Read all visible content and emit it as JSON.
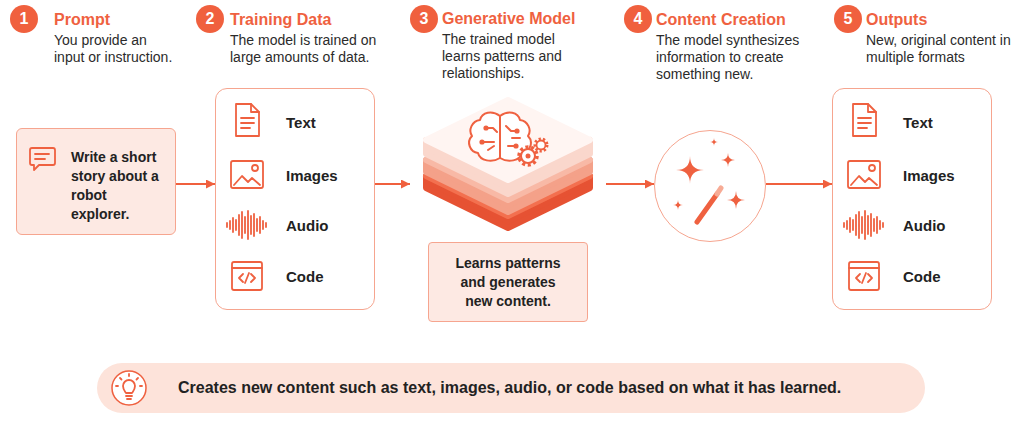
{
  "diagram": {
    "nodes": [
      {
        "text": [
          "1"
        ]
      },
      {
        "text": [
          "Prompt",
          "You provide an input or instruction.",
          "Write a short story about a robot explorer."
        ]
      },
      {
        "text": [
          "2"
        ]
      },
      {
        "text": [
          "Training Data",
          "The model is trained on large amounts of data.",
          "Text",
          "Images",
          "Audio",
          "Code"
        ]
      },
      {
        "text": [
          "3"
        ]
      },
      {
        "text": [
          "Generative Model",
          "The trained model learns patterns and relationships.",
          "Learns patterns and generates new content."
        ]
      },
      {
        "text": [
          "4"
        ]
      },
      {
        "text": [
          "Content Creation",
          "The model synthesizes information to create something new."
        ]
      },
      {
        "text": [
          "5"
        ]
      },
      {
        "text": [
          "Outputs",
          "New, original content in multiple formats",
          "Text",
          "Images",
          "Audio",
          "Code"
        ]
      },
      {
        "text": [
          "Creates new content such as text, images, audio, or code based on what it has learned."
        ]
      }
    ],
    "edges": [
      {
        "from": 1,
        "to": 3,
        "arrow": "to"
      },
      {
        "from": 3,
        "to": 5,
        "arrow": "to"
      },
      {
        "from": 5,
        "to": 7,
        "arrow": "to"
      },
      {
        "from": 7,
        "to": 9,
        "arrow": "to"
      }
    ]
  }
}
